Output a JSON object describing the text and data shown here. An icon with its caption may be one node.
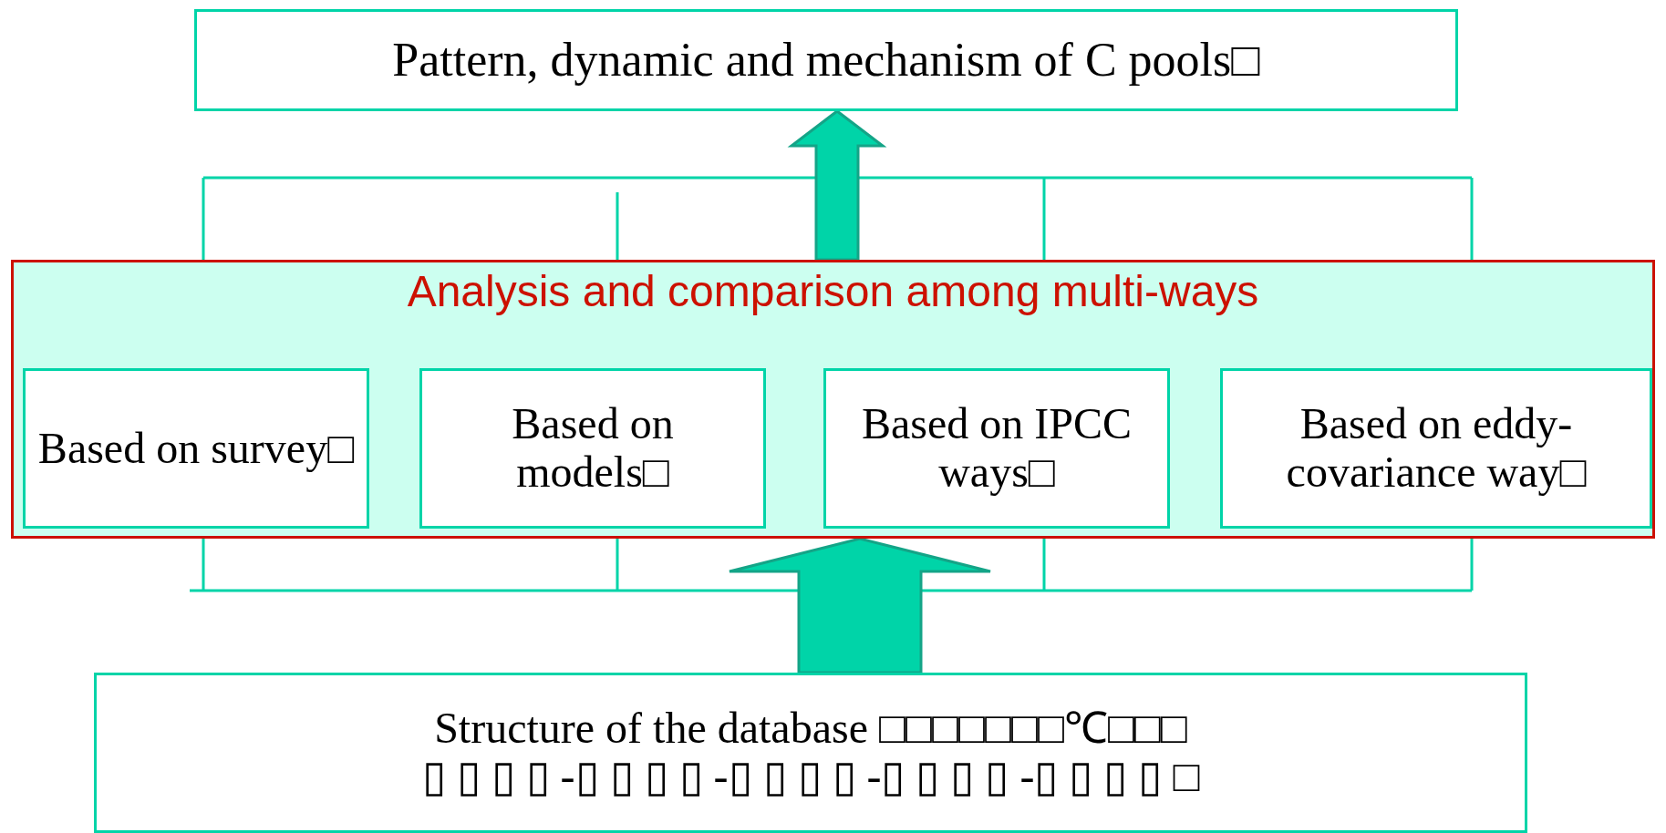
{
  "diagram": {
    "nodes": [
      {
        "text": [
          "Pattern, dynamic and mechanism of C pools□"
        ]
      },
      {
        "text": [
          "Analysis and comparison among multi-ways"
        ]
      },
      {
        "text": [
          "Based on survey□"
        ],
        "in": 1
      },
      {
        "text": [
          "Based on models□"
        ],
        "in": 1
      },
      {
        "text": [
          "Based on IPCC ways□"
        ],
        "in": 1
      },
      {
        "text": [
          "Based on eddy-covariance way□"
        ],
        "in": 1
      },
      {
        "text": [
          "Structure of the database □□□□□□□℃□□□",
          "▯ ▯ ▯ ▯ -▯ ▯ ▯ ▯ -▯ ▯ ▯ ▯ -▯ ▯ ▯ ▯ -▯ ▯ ▯ ▯ □"
        ]
      }
    ],
    "edges": [
      {
        "from": 1,
        "to": 0,
        "arrow": "to",
        "style": "thick"
      },
      {
        "from": 6,
        "to": 1,
        "arrow": "to",
        "style": "thick"
      }
    ]
  }
}
